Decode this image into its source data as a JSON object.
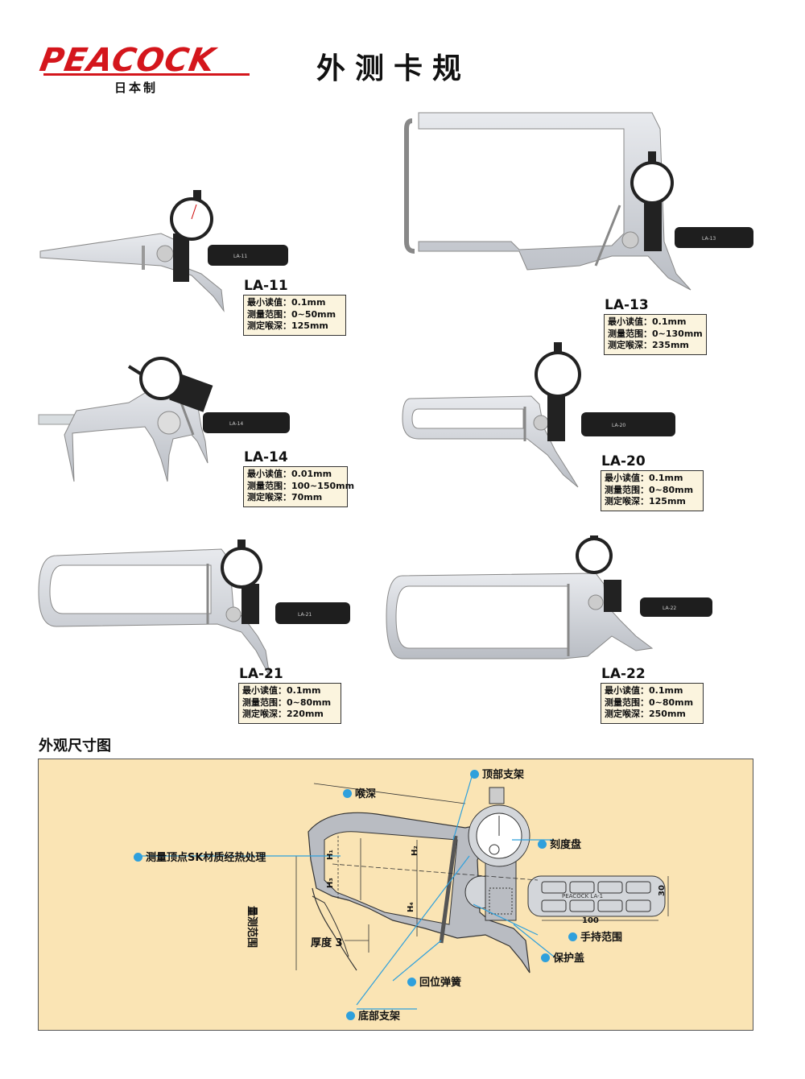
{
  "brand": {
    "name": "PEACOCK",
    "origin": "日本制",
    "color": "#d4161c"
  },
  "page_title": "外测卡规",
  "products": [
    {
      "model": "LA-11",
      "grip_label": "LA-11",
      "specs": [
        "最小读值：0.1mm",
        "测量范围：0~50mm",
        "测定喉深：125mm"
      ]
    },
    {
      "model": "LA-13",
      "grip_label": "LA-13",
      "specs": [
        "最小读值：0.1mm",
        "测量范围：0~130mm",
        "测定喉深：235mm"
      ]
    },
    {
      "model": "LA-14",
      "grip_label": "LA-14",
      "specs": [
        "最小读值：0.01mm",
        "测量范围：100~150mm",
        "测定喉深：70mm"
      ]
    },
    {
      "model": "LA-20",
      "grip_label": "LA-20",
      "specs": [
        "最小读值：0.1mm",
        "测量范围：0~80mm",
        "测定喉深：125mm"
      ]
    },
    {
      "model": "LA-21",
      "grip_label": "LA-21",
      "specs": [
        "最小读值：0.1mm",
        "测量范围：0~80mm",
        "测定喉深：220mm"
      ]
    },
    {
      "model": "LA-22",
      "grip_label": "LA-22",
      "specs": [
        "最小读值：0.1mm",
        "测量范围：0~80mm",
        "测定喉深：250mm"
      ]
    }
  ],
  "diagram": {
    "title": "外观尺寸图",
    "labels": {
      "throat_depth": "喉深",
      "top_frame": "顶部支架",
      "dial": "刻度盘",
      "contact_point": "测量顶点SK材质经热处理",
      "measure_range": "量测范围",
      "thickness": "厚度 3",
      "grip_range": "手持范围",
      "guard": "保护盖",
      "return_spring": "回位弹簧",
      "bottom_frame": "底部支架",
      "h1": "H₁",
      "h2": "H₂",
      "h3": "H₃",
      "h4": "H₄",
      "grip_length": "100",
      "grip_height": "30",
      "grip_brand": "PEACOCK LA-1"
    },
    "accent": "#2fa0dc",
    "background": "#fae4b4"
  }
}
